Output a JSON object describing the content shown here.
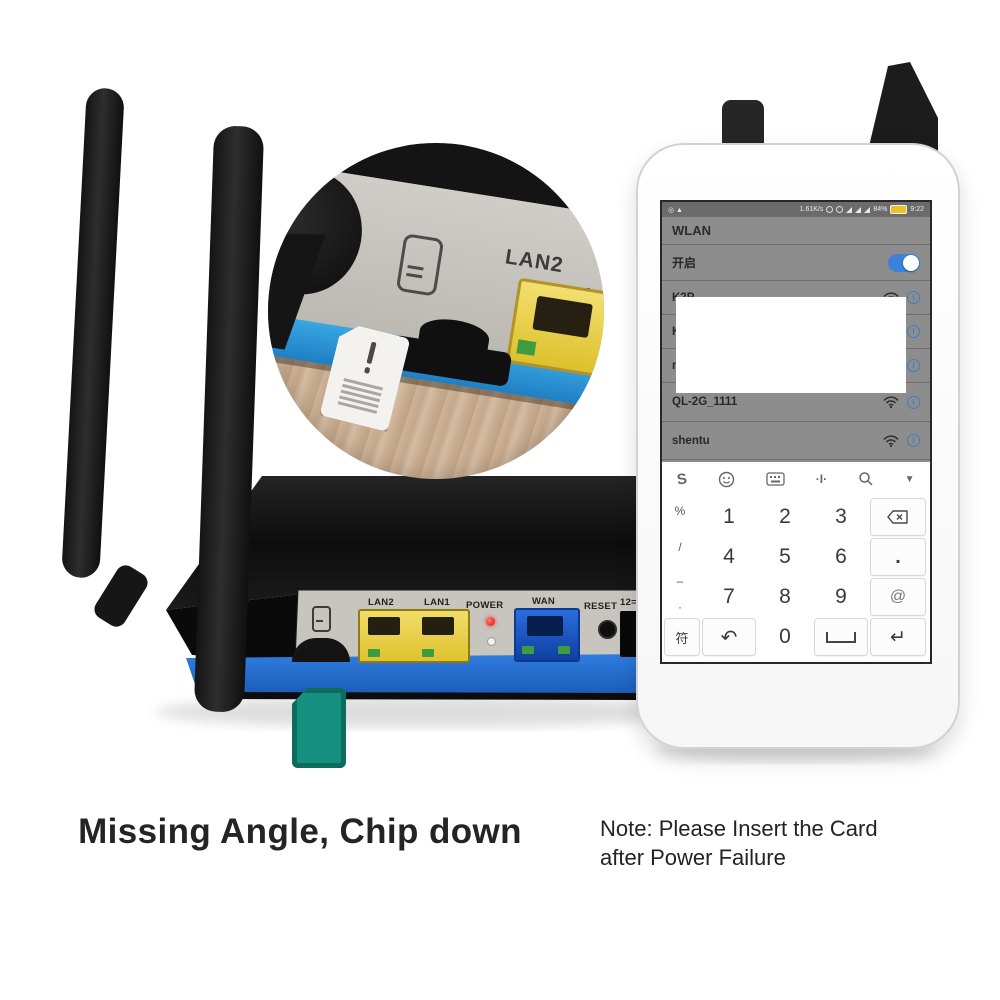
{
  "caption": {
    "main": "Missing Angle, Chip down",
    "note_line1": "Note: Please Insert the Card",
    "note_line2": "after Power Failure"
  },
  "router": {
    "panel": {
      "lan2": "LAN2",
      "lan1": "LAN1",
      "power": "POWER",
      "wan": "WAN",
      "reset": "RESET",
      "power_jack": "12="
    },
    "inset": {
      "lan2": "LAN2",
      "lan1_partial": "LA"
    }
  },
  "phone": {
    "status": {
      "left_icons": "◎ ▲",
      "speed": "1.61K/s",
      "battery": "84%",
      "time": "9:22"
    },
    "wlan": {
      "title": "WLAN",
      "enable_label": "开启",
      "toggle_on": true,
      "obscured_rows": [
        "K2P",
        "K",
        "m"
      ],
      "networks": [
        "QL-2G_1111",
        "shentu"
      ]
    },
    "keyboard": {
      "toolbar_icons": [
        "sogou-logo-icon",
        "emoji-icon",
        "keyboard-icon",
        "text-cursor-icon",
        "search-icon",
        "collapse-icon"
      ],
      "toolbar_logo": "S",
      "toolbar_cursor": "·I·",
      "toolbar_collapse": "▼",
      "side_symbols": [
        "%",
        "/",
        "–",
        "·"
      ],
      "rows": [
        [
          "1",
          "2",
          "3"
        ],
        [
          "4",
          "5",
          "6"
        ],
        [
          "7",
          "8",
          "9"
        ]
      ],
      "right_keys": {
        "backspace": "⌫",
        "dot": ".",
        "at": "@"
      },
      "bottom_keys": {
        "symbol": "符",
        "undo": "↶",
        "zero": "0",
        "enter": "↵"
      }
    }
  },
  "colors": {
    "toggle_on": "#3c82d8",
    "info_icon": "#3f7ec2",
    "wan_port": "#1857c4",
    "lan_port": "#e9cb3a",
    "blue_stripe": "#2f7de0",
    "inset_stripe": "#35a2e0",
    "sim_chip_teal": "#159080",
    "battery": "#e9c227"
  }
}
